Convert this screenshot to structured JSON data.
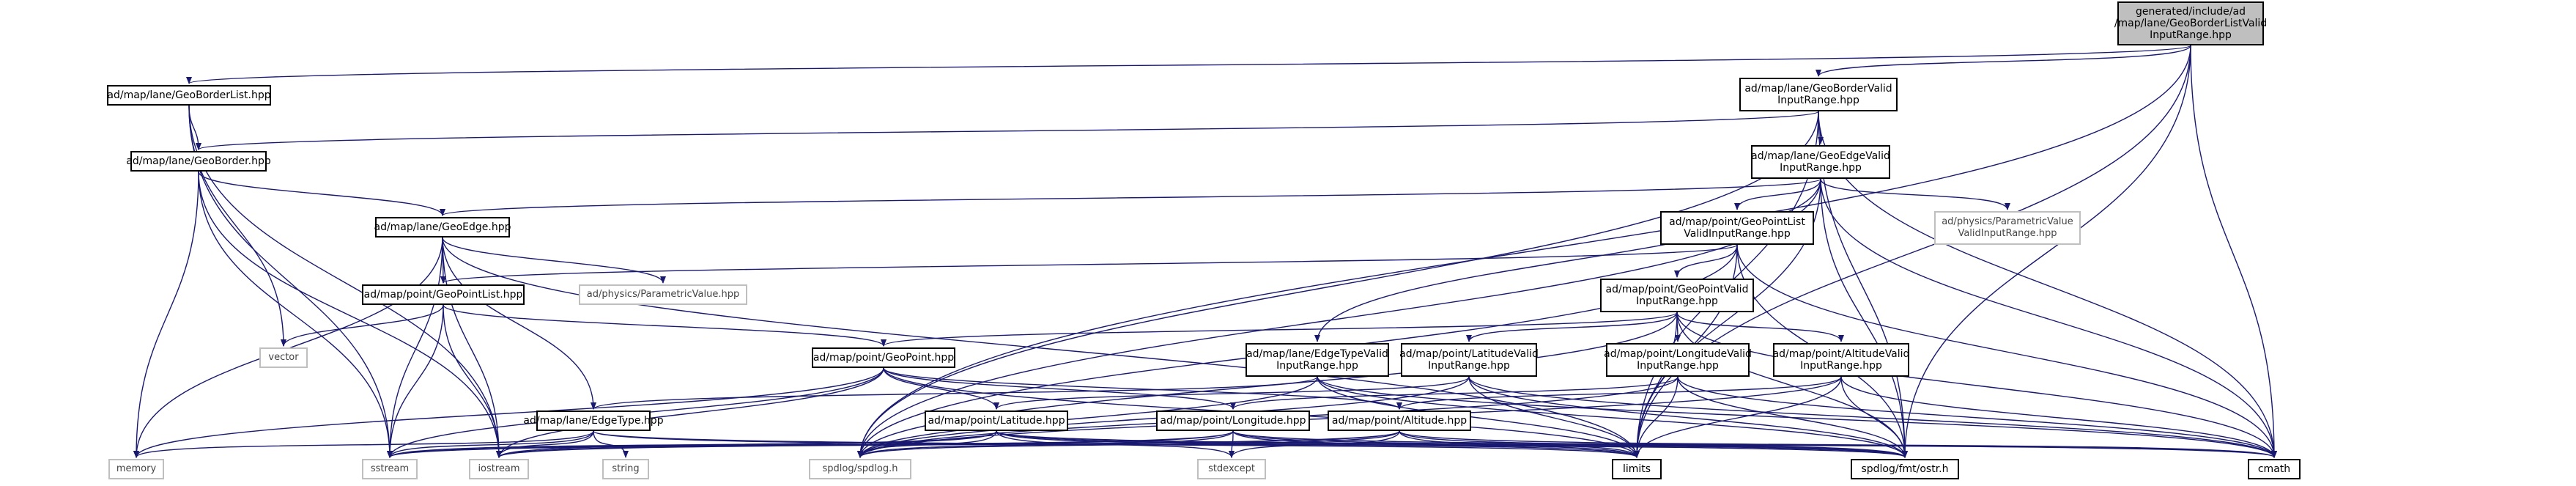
{
  "colors": {
    "edge": "#191970",
    "node_border": "#000000",
    "root_fill": "#bfbfbf",
    "external_border": "#bfbfbf"
  },
  "nodes": {
    "root": "generated/include/ad\n/map/lane/GeoBorderListValid\nInputRange.hpp",
    "geo_border_list": "ad/map/lane/GeoBorderList.hpp",
    "geo_border_valid": "ad/map/lane/GeoBorderValid\nInputRange.hpp",
    "geo_border": "ad/map/lane/GeoBorder.hpp",
    "geo_edge_valid": "ad/map/lane/GeoEdgeValid\nInputRange.hpp",
    "geo_edge": "ad/map/lane/GeoEdge.hpp",
    "geo_point_list_valid": "ad/map/point/GeoPointList\nValidInputRange.hpp",
    "physics_param_valid": "ad/physics/ParametricValue\nValidInputRange.hpp",
    "geo_point_list": "ad/map/point/GeoPointList.hpp",
    "physics_param": "ad/physics/ParametricValue.hpp",
    "geo_point_valid": "ad/map/point/GeoPointValid\nInputRange.hpp",
    "vector": "vector",
    "geo_point": "ad/map/point/GeoPoint.hpp",
    "edge_type_valid": "ad/map/lane/EdgeTypeValid\nInputRange.hpp",
    "latitude_valid": "ad/map/point/LatitudeValid\nInputRange.hpp",
    "longitude_valid": "ad/map/point/LongitudeValid\nInputRange.hpp",
    "altitude_valid": "ad/map/point/AltitudeValid\nInputRange.hpp",
    "edge_type": "ad/map/lane/EdgeType.hpp",
    "latitude": "ad/map/point/Latitude.hpp",
    "longitude": "ad/map/point/Longitude.hpp",
    "altitude": "ad/map/point/Altitude.hpp",
    "memory": "memory",
    "sstream": "sstream",
    "iostream": "iostream",
    "string": "string",
    "spdlog": "spdlog/spdlog.h",
    "stdexcept": "stdexcept",
    "limits": "limits",
    "ostr": "spdlog/fmt/ostr.h",
    "cmath": "cmath"
  }
}
